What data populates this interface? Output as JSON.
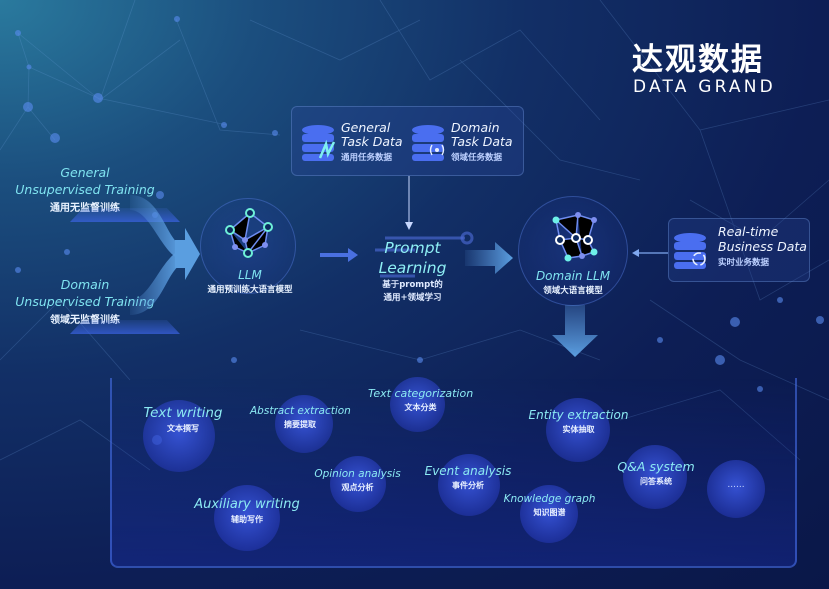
{
  "logo": {
    "cn": "达观数据",
    "en": "DATA GRAND"
  },
  "training": [
    {
      "en_line1": "General",
      "en_line2": "Unsupervised Training",
      "cn": "通用无监督训练"
    },
    {
      "en_line1": "Domain",
      "en_line2": "Unsupervised Training",
      "cn": "领域无监督训练"
    }
  ],
  "task_data": [
    {
      "en_line1": "General",
      "en_line2": "Task Data",
      "cn": "通用任务数据",
      "icon": "database-chart-icon"
    },
    {
      "en_line1": "Domain",
      "en_line2": "Task Data",
      "cn": "领域任务数据",
      "icon": "database-signal-icon"
    }
  ],
  "llm": {
    "en": "LLM",
    "cn": "通用预训练大语言模型"
  },
  "prompt": {
    "en_line1": "Prompt",
    "en_line2": "Learning",
    "cn_line1": "基于prompt的",
    "cn_line2": "通用+领域学习"
  },
  "domain_llm": {
    "en": "Domain LLM",
    "cn": "领域大语言模型"
  },
  "realtime": {
    "en_line1": "Real-time",
    "en_line2": "Business Data",
    "cn": "实时业务数据"
  },
  "applications": [
    {
      "en": "Text writing",
      "cn": "文本撰写"
    },
    {
      "en": "Abstract extraction",
      "cn": "摘要提取"
    },
    {
      "en": "Text categorization",
      "cn": "文本分类"
    },
    {
      "en": "Entity extraction",
      "cn": "实体抽取"
    },
    {
      "en": "Opinion analysis",
      "cn": "观点分析"
    },
    {
      "en": "Event analysis",
      "cn": "事件分析"
    },
    {
      "en": "Q&A system",
      "cn": "问答系统"
    },
    {
      "en": "Auxiliary writing",
      "cn": "辅助写作"
    },
    {
      "en": "Knowledge graph",
      "cn": "知识图谱"
    },
    {
      "en": "......",
      "cn": ""
    }
  ],
  "colors": {
    "accent_cyan": "#7fe3f0",
    "arrow_blue": "#5a9ee0",
    "node_blue": "#3c5ae6"
  }
}
